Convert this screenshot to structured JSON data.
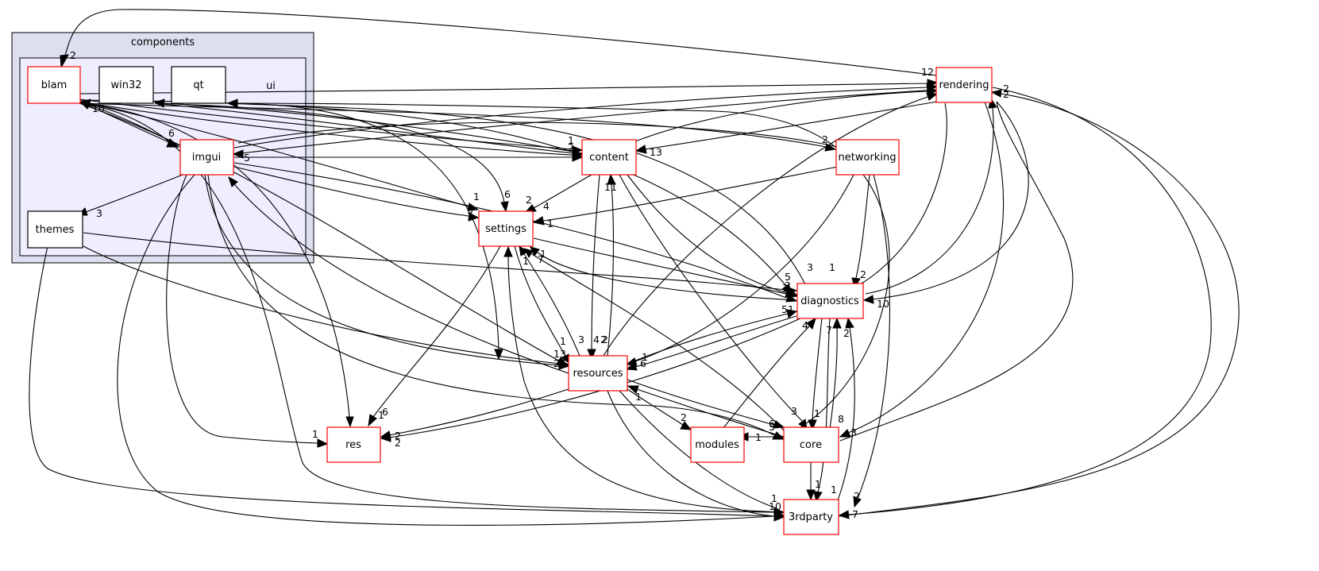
{
  "clusters": [
    {
      "id": "components",
      "label": "components"
    },
    {
      "id": "ui",
      "label": "ui"
    }
  ],
  "nodes": [
    {
      "id": "blam",
      "label": "blam",
      "style": "red"
    },
    {
      "id": "win32",
      "label": "win32",
      "style": "black"
    },
    {
      "id": "qt",
      "label": "qt",
      "style": "black"
    },
    {
      "id": "imgui",
      "label": "imgui",
      "style": "red"
    },
    {
      "id": "themes",
      "label": "themes",
      "style": "black"
    },
    {
      "id": "rendering",
      "label": "rendering",
      "style": "red"
    },
    {
      "id": "content",
      "label": "content",
      "style": "red"
    },
    {
      "id": "networking",
      "label": "networking",
      "style": "red"
    },
    {
      "id": "settings",
      "label": "settings",
      "style": "red"
    },
    {
      "id": "diagnostics",
      "label": "diagnostics",
      "style": "red"
    },
    {
      "id": "resources",
      "label": "resources",
      "style": "red"
    },
    {
      "id": "res",
      "label": "res",
      "style": "red"
    },
    {
      "id": "modules",
      "label": "modules",
      "style": "red"
    },
    {
      "id": "core",
      "label": "core",
      "style": "red"
    },
    {
      "id": "3rdparty",
      "label": "3rdparty",
      "style": "red"
    }
  ],
  "edge_labels": [
    "2",
    "12",
    "6",
    "10",
    "3",
    "1",
    "2",
    "5",
    "2",
    "4",
    "1",
    "2",
    "13",
    "1",
    "6",
    "2",
    "5",
    "4",
    "1",
    "11",
    "2",
    "4",
    "1",
    "7",
    "1",
    "3",
    "1",
    "2",
    "5",
    "3",
    "10",
    "51",
    "4",
    "7",
    "2",
    "1",
    "13",
    "24",
    "1",
    "3",
    "2",
    "1",
    "6",
    "6",
    "1",
    "2",
    "2",
    "1",
    "2",
    "1",
    "5",
    "6",
    "3",
    "1",
    "3",
    "8",
    "1",
    "1",
    "1",
    "10",
    "2",
    "7",
    "1",
    "2",
    "2"
  ],
  "colors": {
    "red_border": "#ff0000",
    "black_border": "#000000",
    "outer_cluster_fill": "#dddeee",
    "inner_cluster_fill": "#eeeeff"
  }
}
